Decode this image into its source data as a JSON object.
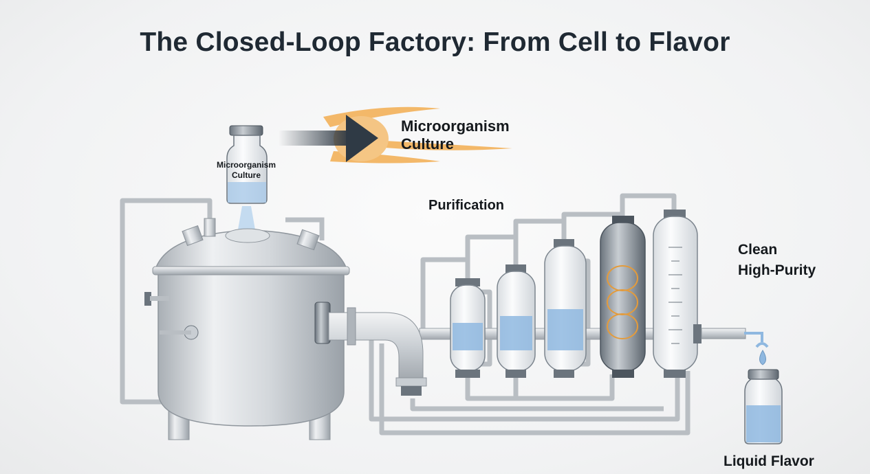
{
  "title": "The Closed-Loop Factory: From Cell to Flavor",
  "labels": {
    "vial_line1": "Microorganism",
    "vial_line2": "Culture",
    "culture_line1": "Microorganism",
    "culture_line2": "Culture",
    "purification": "Purification",
    "clean_line1": "Clean",
    "clean_line2": "High-Purity",
    "liquid_flavor": "Liquid Flavor"
  },
  "colors": {
    "title": "#1f2933",
    "steel": "#c9ced3",
    "liquid": "#8fb8e0",
    "arrow": "#2f3a45",
    "burst": "#f2a33a"
  }
}
